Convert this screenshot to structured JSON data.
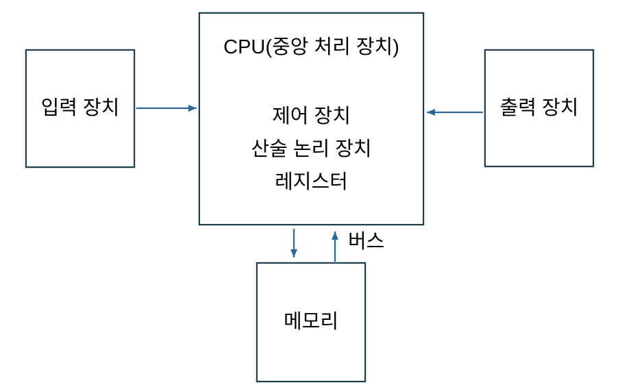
{
  "diagram": {
    "boxes": {
      "input": {
        "label": "입력 장치"
      },
      "cpu": {
        "title": "CPU(중앙 처리 장치)",
        "lines": [
          "제어 장치",
          "산술 논리 장치",
          "레지스터"
        ]
      },
      "output": {
        "label": "출력 장치"
      },
      "memory": {
        "label": "메모리"
      }
    },
    "bus_label": "버스",
    "colors": {
      "border": "#203b4c",
      "arrow": "#2b6a96",
      "text": "#000000",
      "background": "#ffffff"
    }
  }
}
